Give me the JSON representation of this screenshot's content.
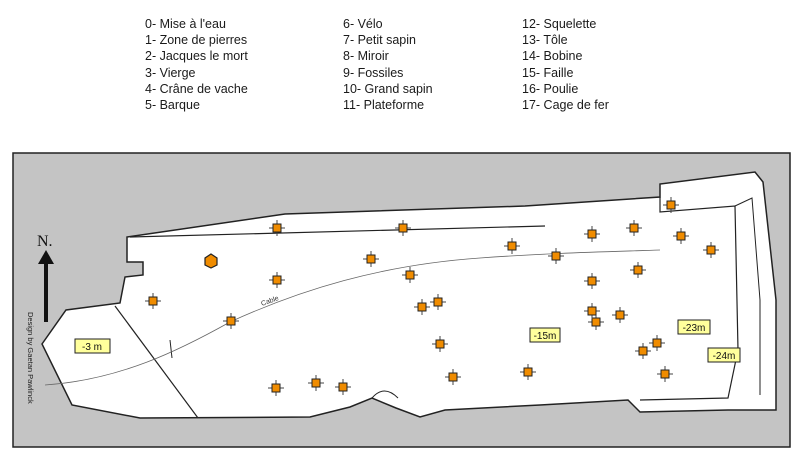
{
  "legend": {
    "columns": [
      [
        "0- Mise à l'eau",
        "1- Zone de pierres",
        "2- Jacques le mort",
        "3- Vierge",
        "4- Crâne de vache",
        "5- Barque"
      ],
      [
        "6- Vélo",
        "7- Petit sapin",
        "8- Miroir",
        "9- Fossiles",
        "10- Grand sapin",
        "11- Plateforme"
      ],
      [
        "12- Squelette",
        "13- Tôle",
        "14- Bobine",
        "15- Faille",
        "16- Poulie",
        "17- Cage de fer"
      ]
    ]
  },
  "map": {
    "north_label": "N.",
    "credit": "Design by Gaetan Pawlinck",
    "cable_label": "Cable",
    "depth_labels": [
      "-3  m",
      "-15m",
      "-23m",
      "-24m"
    ],
    "colors": {
      "background": "#c4c4c4",
      "site": "#ffffff",
      "marker_fill": "#f08c00",
      "depth_label_fill": "#ffff9c",
      "outline": "#222222"
    },
    "entry_marker_icon": "hexagon-icon",
    "poi_marker_icon": "crosshair-square-icon"
  }
}
